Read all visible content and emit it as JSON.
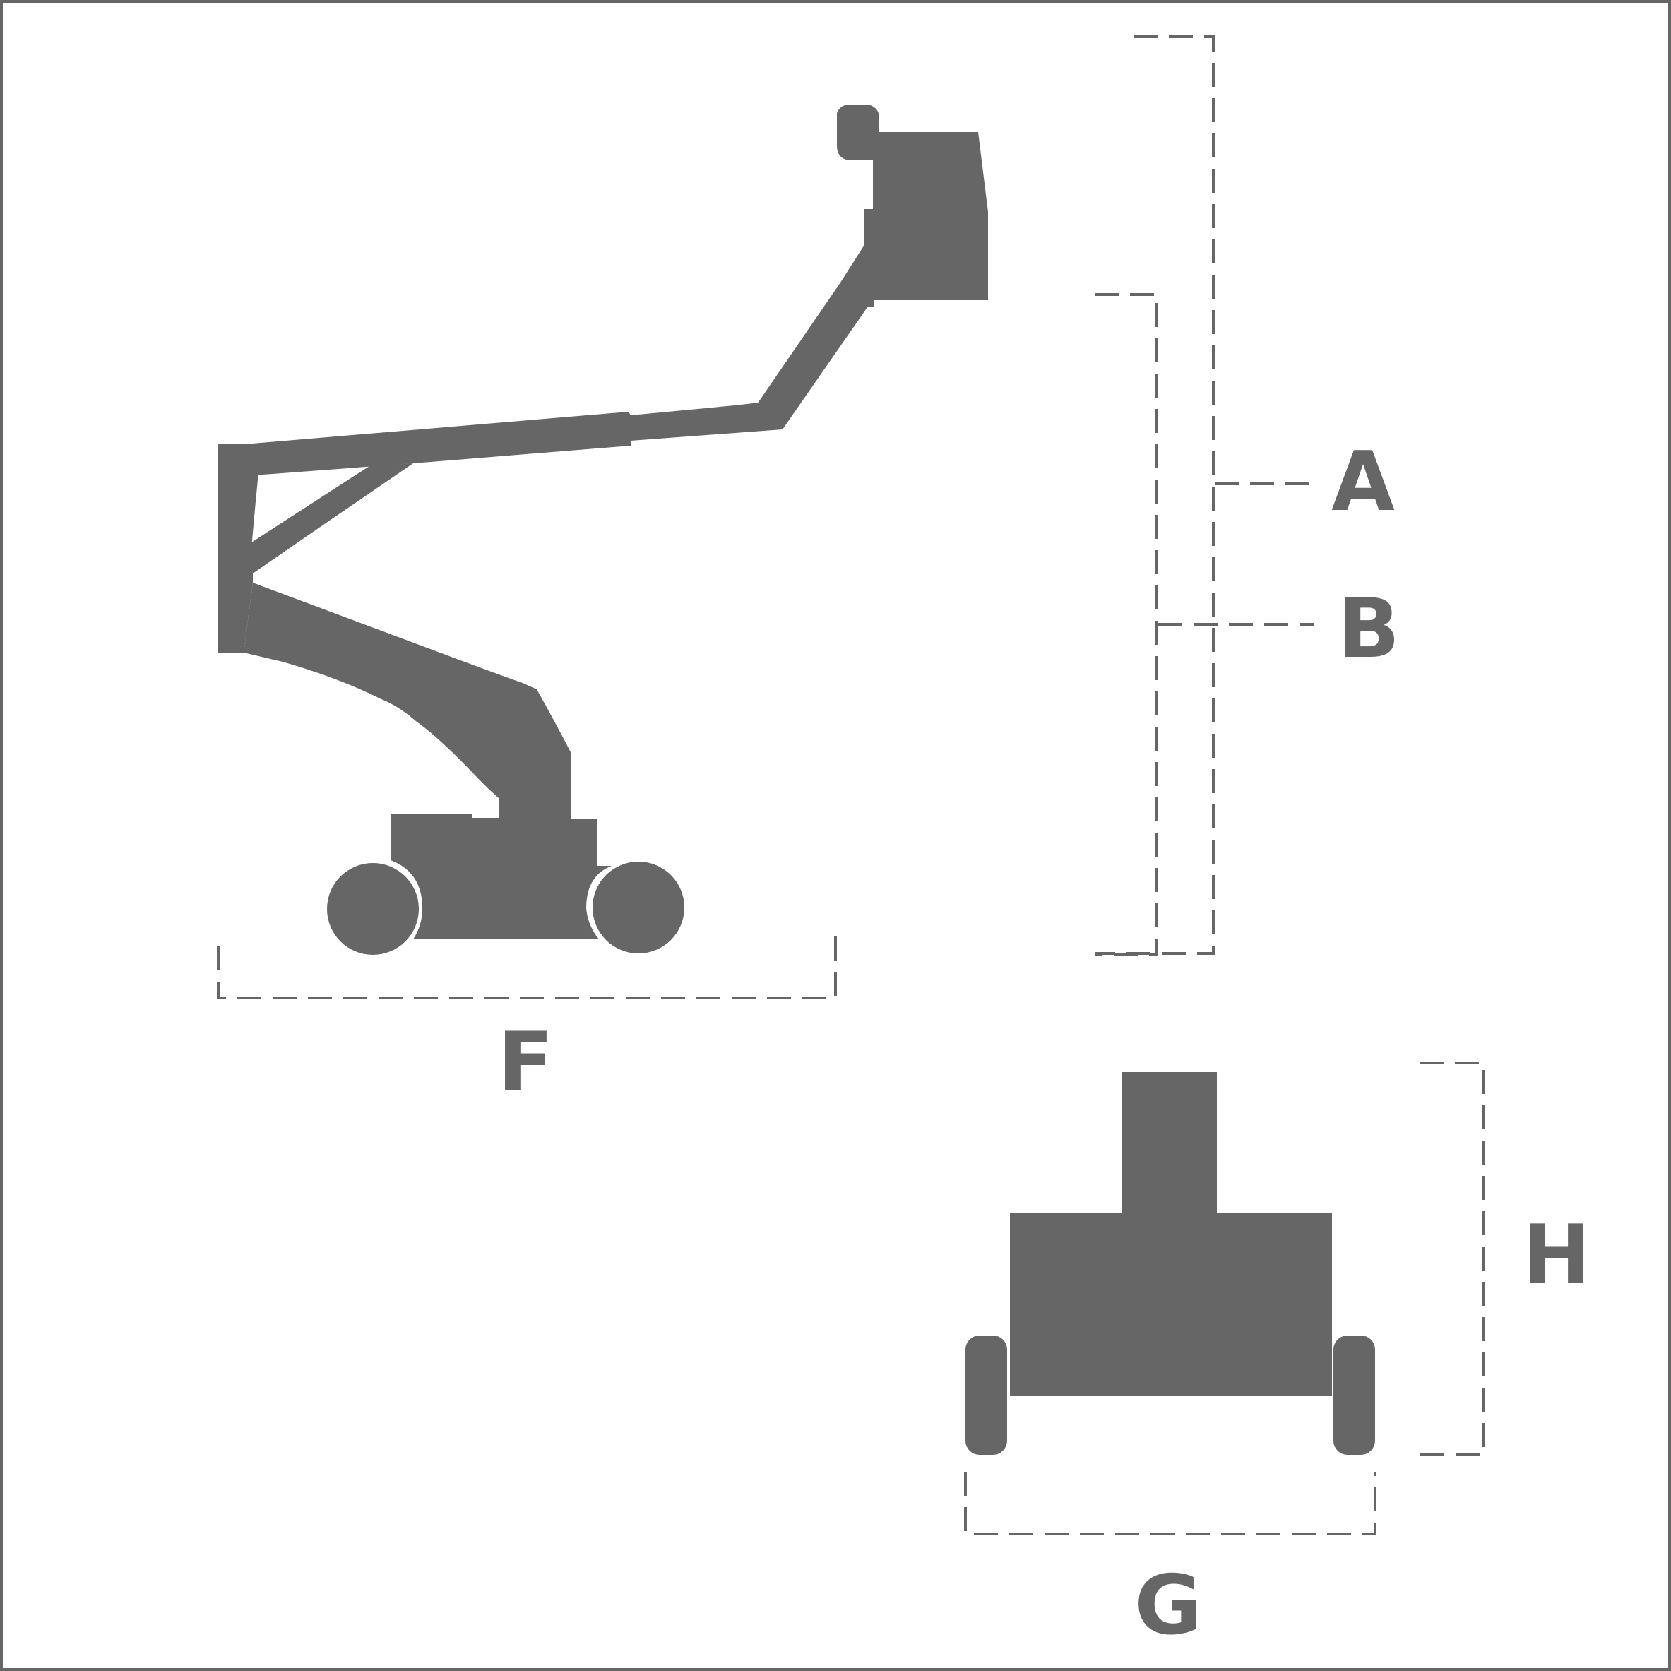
{
  "diagram": {
    "labels": {
      "a": "A",
      "b": "B",
      "f": "F",
      "g": "G",
      "h": "H"
    },
    "color": "#666666"
  }
}
